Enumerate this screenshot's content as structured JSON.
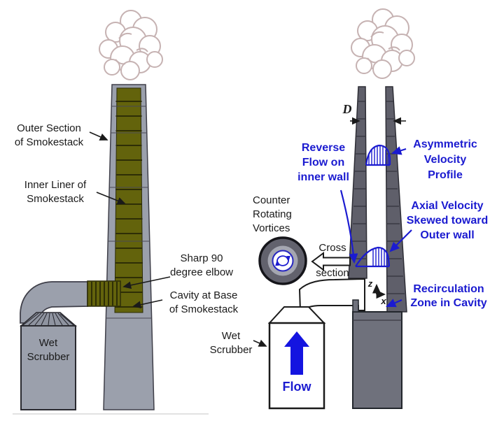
{
  "figure": {
    "background": "#ffffff",
    "colors": {
      "label_black": "#1a1a1a",
      "label_blue": "#1b1bd0",
      "stack_wall_gray": "#9ba0ac",
      "liner_olive": "#63630c",
      "right_wall_gray": "#5f5f6a",
      "base_column_gray": "#6f717c",
      "flow_arrow_blue": "#1414e0",
      "smoke_stroke": "#c6b2b2"
    },
    "left": {
      "outer_section": "Outer Section\nof Smokestack",
      "inner_liner": "Inner Liner of\nSmokestack",
      "sharp_elbow": "Sharp 90\ndegree elbow",
      "cavity": "Cavity at Base\nof Smokestack",
      "wet_scrubber": "Wet\nScrubber"
    },
    "right": {
      "diameter": "D",
      "reverse_flow": "Reverse\nFlow on\ninner wall",
      "asymmetric_profile": "Asymmetric\nVelocity\nProfile",
      "counter_rotating": "Counter\nRotating\nVortices",
      "cross": "Cross",
      "section": "section",
      "axial_velocity": "Axial Velocity\nSkewed toward\nOuter wall",
      "recirculation": "Recirculation\nZone in Cavity",
      "wet_scrubber": "Wet\nScrubber",
      "flow": "Flow",
      "axis_z": "z",
      "axis_x": "x"
    }
  }
}
